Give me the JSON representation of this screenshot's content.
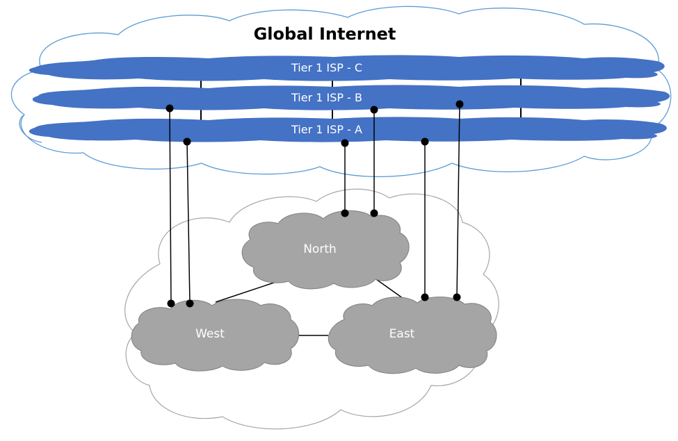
{
  "title": "Global Internet",
  "isps": [
    {
      "label": "Tier 1 ISP - C"
    },
    {
      "label": "Tier 1 ISP - B"
    },
    {
      "label": "Tier 1 ISP - A"
    }
  ],
  "regions": {
    "north": {
      "label": "North"
    },
    "west": {
      "label": "West"
    },
    "east": {
      "label": "East"
    }
  },
  "colors": {
    "outer_cloud_stroke": "#5b9bd5",
    "isp_fill": "#4472c4",
    "region_cloud_stroke": "#a6a6a6",
    "region_fill": "#a5a5a5",
    "link": "#000000"
  }
}
